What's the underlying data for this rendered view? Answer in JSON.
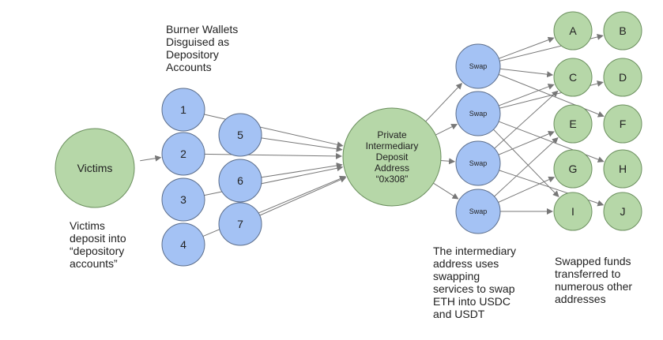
{
  "colors": {
    "blue_fill": "#a4c2f4",
    "green_fill": "#b6d7a8",
    "node_stroke": "#5b6d8a",
    "green_stroke": "#6b8f5e",
    "arrow": "#777777"
  },
  "nodes": {
    "victims": "Victims",
    "wallets": [
      "1",
      "2",
      "3",
      "4",
      "5",
      "6",
      "7"
    ],
    "deposit": [
      "Private",
      "Intermediary",
      "Deposit",
      "Address",
      "“0x308”"
    ],
    "swaps": [
      "Swap",
      "Swap",
      "Swap",
      "Swap"
    ],
    "destinations": [
      "A",
      "B",
      "C",
      "D",
      "E",
      "F",
      "G",
      "H",
      "I",
      "J"
    ]
  },
  "captions": {
    "burner": "Burner Wallets\nDisguised as\nDepository\nAccounts",
    "victims": "Victims\ndeposit into\n“depository\naccounts”",
    "intermediary": "The intermediary\naddress uses\nswapping\nservices to swap\nETH into USDC\nand USDT",
    "swapped": "Swapped funds\ntransferred to\nnumerous other\naddresses"
  }
}
